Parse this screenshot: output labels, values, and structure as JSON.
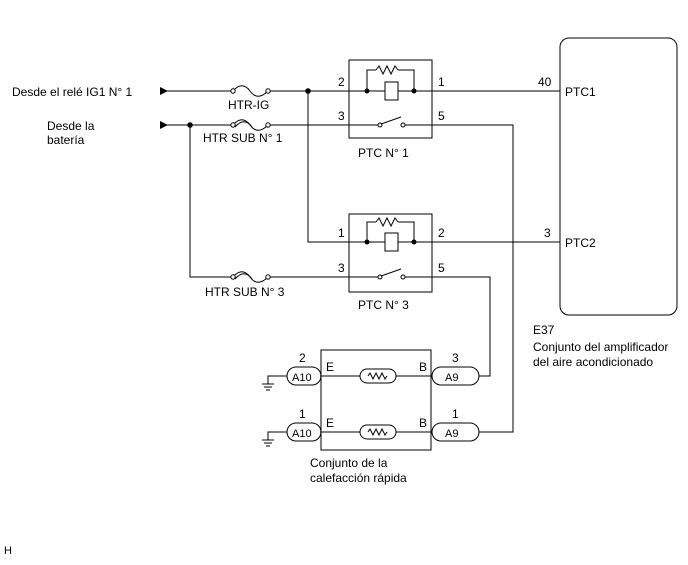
{
  "inputs": {
    "relay_source": "Desde el relé IG1 N° 1",
    "battery_line1": "Desde la",
    "battery_line2": "batería"
  },
  "fuses": {
    "htr_ig": "HTR-IG",
    "htr_sub1": "HTR SUB N° 1",
    "htr_sub3": "HTR SUB N° 3"
  },
  "ptc1": {
    "label": "PTC N° 1",
    "pin_tl": "2",
    "pin_tr": "1",
    "pin_bl": "3",
    "pin_br": "5"
  },
  "ptc3": {
    "label": "PTC N° 3",
    "pin_tl": "1",
    "pin_tr": "2",
    "pin_bl": "3",
    "pin_br": "5"
  },
  "amplifier": {
    "code": "E37",
    "name_line1": "Conjunto del amplificador",
    "name_line2": "del aire acondicionado",
    "ptc1_label": "PTC1",
    "ptc1_pin": "40",
    "ptc2_label": "PTC2",
    "ptc2_pin": "3"
  },
  "heater": {
    "name_line1": "Conjunto de la",
    "name_line2": "calefacción rápida",
    "top_left_conn": "A10",
    "top_left_pin": "2",
    "top_left_term": "E",
    "top_right_conn": "A9",
    "top_right_pin": "3",
    "top_right_term": "B",
    "bot_left_conn": "A10",
    "bot_left_pin": "1",
    "bot_left_term": "E",
    "bot_right_conn": "A9",
    "bot_right_pin": "1",
    "bot_right_term": "B"
  },
  "corner_mark": "H"
}
